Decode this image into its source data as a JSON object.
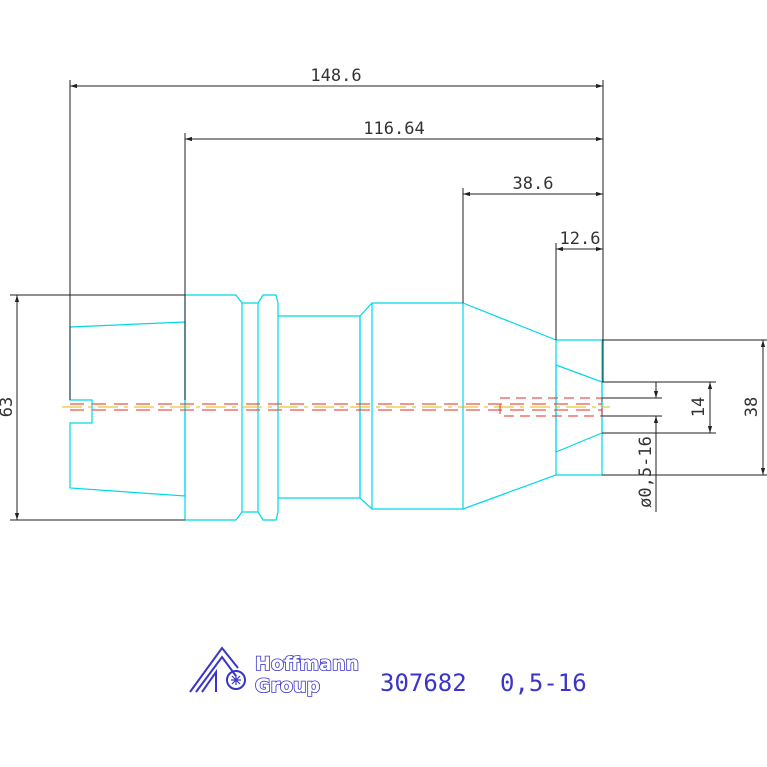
{
  "drawing": {
    "dimensions": {
      "overall_length": "148.6",
      "body_length": "116.64",
      "cone_length": "38.6",
      "nose_length": "12.6",
      "flange_diameter": "63",
      "nose_diameter": "38",
      "bore_diameter": "14",
      "clamping_range": "ø0,5-16"
    },
    "colors": {
      "part_outline": "#00d8e8",
      "dimension_lines": "#222222",
      "center_line": "#e8b400",
      "hidden_lines": "#e03020",
      "brand": "#3a34c8"
    }
  },
  "title_block": {
    "logo": {
      "brand_line1": "Hoffmann",
      "brand_line2": "Group",
      "icon": "hoffmann-group-logo-icon"
    },
    "part_number": "307682",
    "size_range": "0,5-16"
  }
}
